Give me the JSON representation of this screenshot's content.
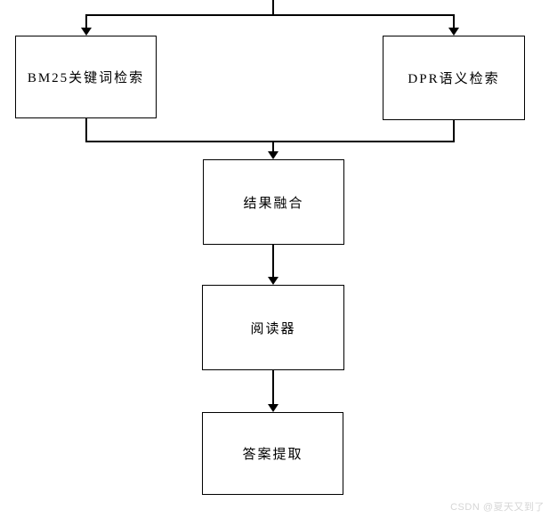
{
  "diagram": {
    "title": "retrieval-reader-pipeline-flowchart",
    "background_color": "#ffffff",
    "line_color": "#000000",
    "node_border_color": "#000000",
    "nodes": [
      {
        "id": "bm25",
        "label": "BM25关键词检索"
      },
      {
        "id": "dpr",
        "label": "DPR语义检索"
      },
      {
        "id": "fusion",
        "label": "结果融合"
      },
      {
        "id": "reader",
        "label": "阅读器"
      },
      {
        "id": "answer",
        "label": "答案提取"
      }
    ],
    "edges": [
      {
        "from": "input-stem",
        "to": "bm25",
        "arrow": true
      },
      {
        "from": "input-stem",
        "to": "dpr",
        "arrow": true
      },
      {
        "from": "bm25",
        "to": "fusion",
        "arrow": true
      },
      {
        "from": "dpr",
        "to": "fusion",
        "arrow": true
      },
      {
        "from": "fusion",
        "to": "reader",
        "arrow": true
      },
      {
        "from": "reader",
        "to": "answer",
        "arrow": true
      }
    ]
  },
  "watermark": {
    "text": "CSDN @夏天又到了",
    "color": "#d6d6d6"
  }
}
